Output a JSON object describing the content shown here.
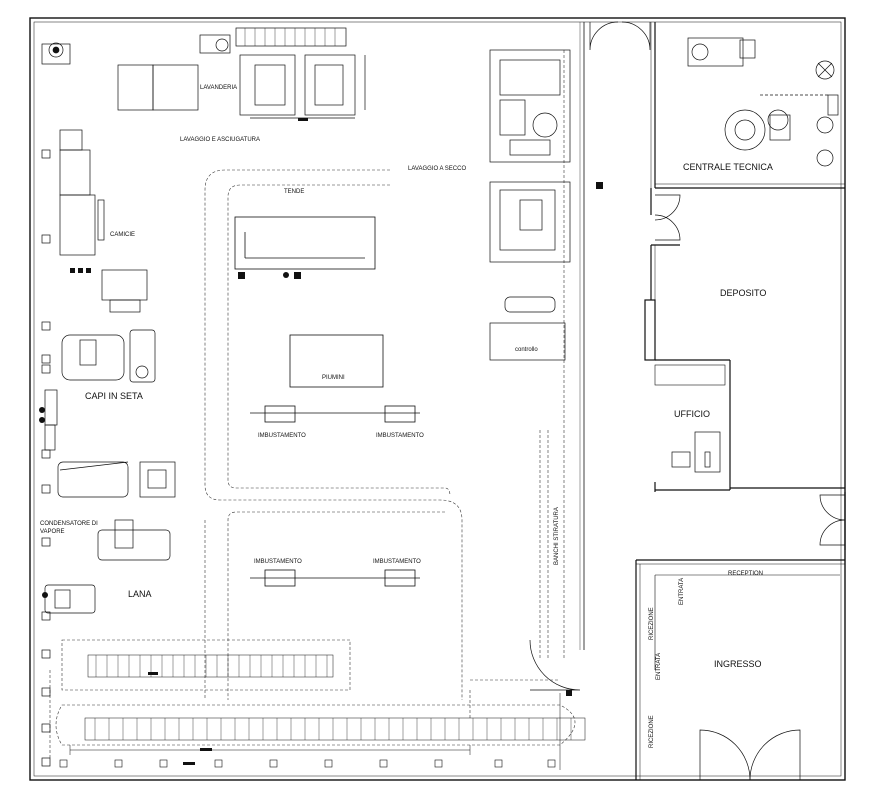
{
  "rooms": {
    "centrale_tecnica": "CENTRALE TECNICA",
    "deposito": "DEPOSITO",
    "ufficio": "UFFICIO",
    "ingresso": "INGRESSO",
    "reception": "RECEPTION"
  },
  "labels": {
    "lavanderia": "LAVANDERIA",
    "lavaggio_asciugatura": "LAVAGGIO E ASCIUGATURA",
    "lavaggio_secco": "LAVAGGIO A SECCO",
    "tende": "TENDE",
    "camicie": "CAMICIE",
    "piumini": "PIUMINI",
    "imbustamento_1": "IMBUSTAMENTO",
    "imbustamento_2": "IMBUSTAMENTO",
    "imbustamento_3": "IMBUSTAMENTO",
    "imbustamento_4": "IMBUSTAMENTO",
    "capi_in_seta": "CAPI IN SETA",
    "condensatore_1": "CONDENSATORE DI",
    "condensatore_2": "VAPORE",
    "lana": "LANA",
    "controllo": "controllo",
    "vertical_text": "BANCHI STIRATURA",
    "ricezione_1": "RICEZIONE",
    "ricezione_2": "RICEZIONE",
    "entrata_1": "ENTRATA",
    "entrata_2": "ENTRATA"
  }
}
